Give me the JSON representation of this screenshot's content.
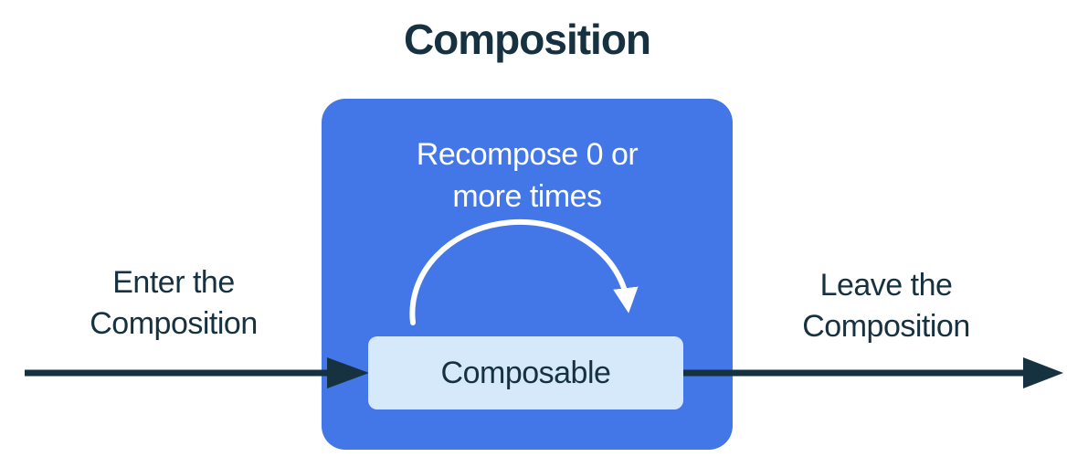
{
  "title": "Composition",
  "composition": {
    "recompose_label": "Recompose 0 or\nmore times",
    "composable_label": "Composable"
  },
  "flow": {
    "enter_label": "Enter the\nComposition",
    "leave_label": "Leave the\nComposition"
  },
  "colors": {
    "box-blue": "#4377E8",
    "node-light-blue": "#D6E9FB",
    "ink-navy": "#16313F",
    "arc-white": "#FFFFFF"
  }
}
